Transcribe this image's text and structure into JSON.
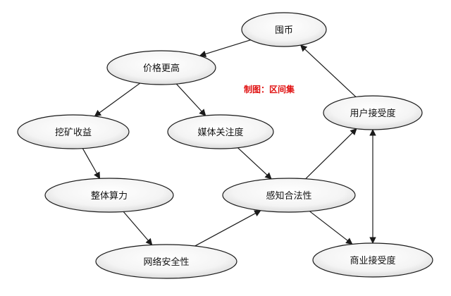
{
  "nodes": [
    {
      "id": "weibi",
      "label": "囤币"
    },
    {
      "id": "price",
      "label": "价格更高"
    },
    {
      "id": "mining",
      "label": "挖矿收益"
    },
    {
      "id": "media",
      "label": "媒体关注度"
    },
    {
      "id": "hashpower",
      "label": "整体算力"
    },
    {
      "id": "legitimacy",
      "label": "感知合法性"
    },
    {
      "id": "security",
      "label": "网络安全性"
    },
    {
      "id": "user",
      "label": "用户接受度"
    },
    {
      "id": "business",
      "label": "商业接受度"
    }
  ],
  "edges": [
    {
      "from": "weibi",
      "to": "price"
    },
    {
      "from": "price",
      "to": "mining"
    },
    {
      "from": "price",
      "to": "media"
    },
    {
      "from": "mining",
      "to": "hashpower"
    },
    {
      "from": "hashpower",
      "to": "security"
    },
    {
      "from": "security",
      "to": "legitimacy"
    },
    {
      "from": "media",
      "to": "legitimacy"
    },
    {
      "from": "legitimacy",
      "to": "user"
    },
    {
      "from": "legitimacy",
      "to": "business"
    },
    {
      "from": "user",
      "to": "weibi"
    },
    {
      "from": "user",
      "to": "business",
      "bidirectional": true
    }
  ],
  "credit": "制图：区间集"
}
